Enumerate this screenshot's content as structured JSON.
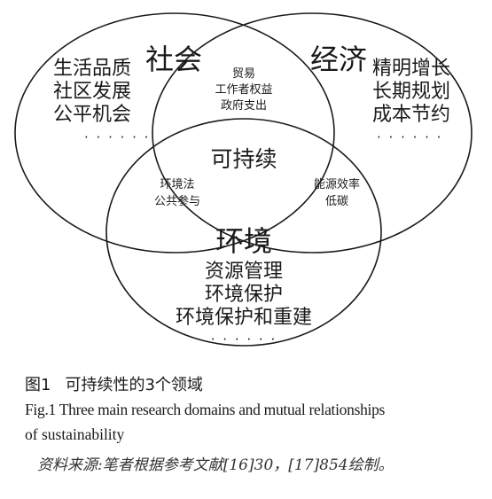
{
  "circles": {
    "society": {
      "title": "社会",
      "items": [
        "生活品质",
        "社区发展",
        "公平机会"
      ],
      "more": "· · ·   · · ·"
    },
    "economy": {
      "title": "经济",
      "items": [
        "精明增长",
        "长期规划",
        "成本节约"
      ],
      "more": "· · ·   · · ·"
    },
    "environment": {
      "title": "环境",
      "items": [
        "资源管理",
        "环境保护",
        "环境保护和重建"
      ],
      "more": "· · ·   · · ·"
    }
  },
  "overlaps": {
    "society_economy": [
      "贸易",
      "工作者权益",
      "政府支出"
    ],
    "society_environment": [
      "环境法",
      "公共参与"
    ],
    "economy_environment": [
      "能源效率",
      "低碳"
    ],
    "center": "可持续"
  },
  "caption": {
    "label": "图1",
    "title_cn": "可持续性的3个领域",
    "title_en_line1": "Fig.1 Three main research domains and mutual relationships",
    "title_en_line2": "of sustainability",
    "source": "资料来源:笔者根据参考文献[16]30，[17]854绘制。"
  },
  "colors": {
    "stroke": "#1a1a1a",
    "background": "#ffffff"
  }
}
